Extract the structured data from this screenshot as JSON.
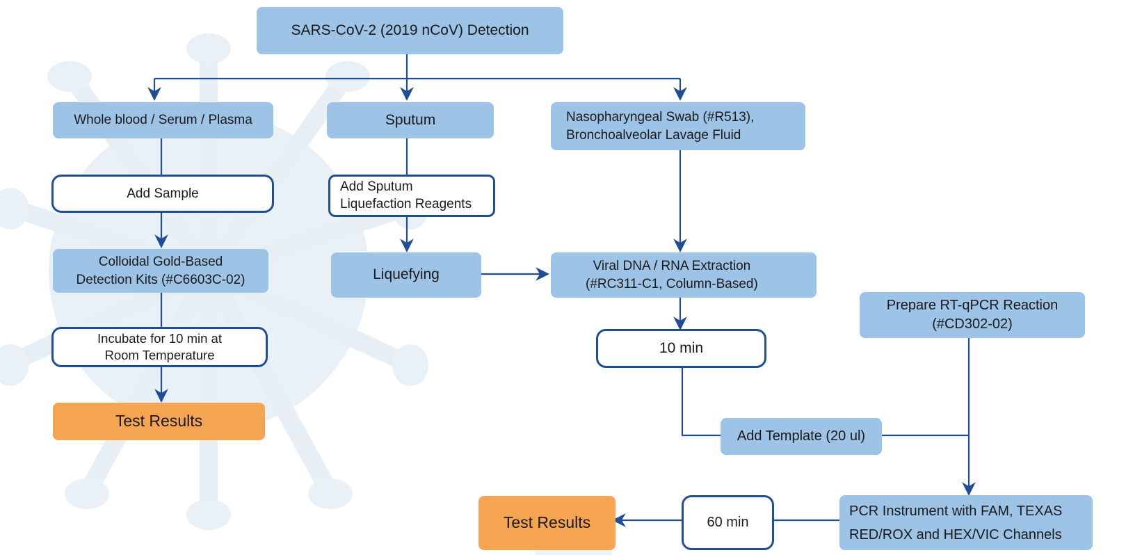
{
  "title": "SARS-CoV-2 (2019 nCoV) Detection",
  "colors": {
    "node_fill": "#9dc3e6",
    "result_fill": "#f5a552",
    "line": "#1f4e96",
    "outline_fill": "#ffffff"
  },
  "branches": {
    "blood": {
      "sample": "Whole blood / Serum / Plasma",
      "add_sample": "Add Sample",
      "kit": "Colloidal Gold-Based\nDetection Kits (#C6603C-02)",
      "incubate": "Incubate for 10 min at\nRoom Temperature",
      "result": "Test Results"
    },
    "sputum": {
      "sample": "Sputum",
      "reagent": "Add Sputum\nLiquefaction Reagents",
      "liquefying": "Liquefying"
    },
    "swab": {
      "sample": "Nasopharyngeal  Swab  (#R513),\nBronchoalveolar Lavage Fluid",
      "extraction": "Viral DNA / RNA Extraction\n(#RC311-C1, Column-Based)",
      "extraction_time": "10 min",
      "prepare": "Prepare RT-qPCR Reaction\n(#CD302-02)",
      "template": "Add Template (20 ul)",
      "instrument": "PCR Instrument with FAM, TEXAS\nRED/ROX and HEX/VIC Channels",
      "run_time": "60 min",
      "result": "Test Results"
    }
  },
  "background_icon": "virus-illustration"
}
